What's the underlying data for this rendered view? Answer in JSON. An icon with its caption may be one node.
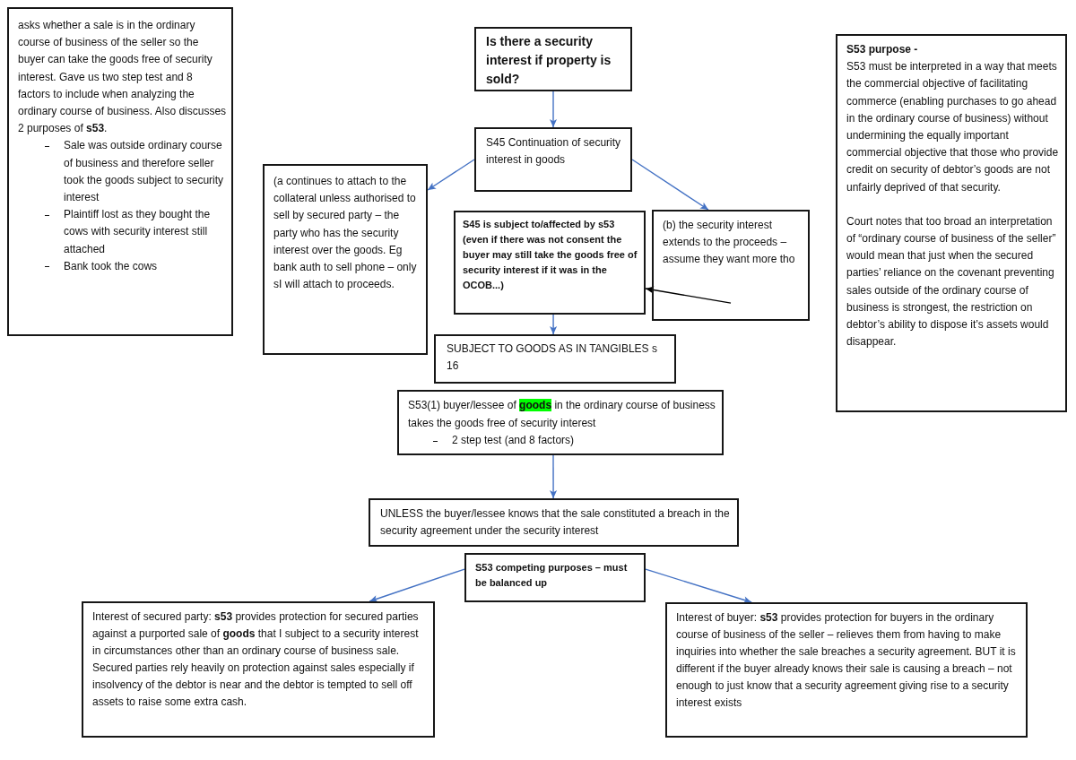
{
  "diagram": {
    "nodes": [
      {
        "text": [
          "asks whether a sale is in the ordinary course of business of the seller so the buyer can take the goods free of security interest. Gave us two step test and 8 factors to include when analyzing the ordinary course of business. Also discusses 2 purposes of **s53**.",
          "Sale was outside ordinary course of business and therefore seller took the goods subject to security interest",
          "Plaintiff lost as they bought the cows with security interest still attached",
          "Bank took the cows"
        ]
      },
      {
        "text": [
          "Is there a security interest if property is sold?"
        ]
      },
      {
        "text": [
          "S53 purpose -",
          "S53 must be interpreted in a way that meets the commercial objective of facilitating commerce (enabling purchases to go ahead in the ordinary course of business) without undermining the equally important commercial objective that those who provide credit on security of debtor’s goods are not unfairly deprived of that security.",
          "Court notes that too broad an interpretation of “ordinary course of business of the seller” would mean that just when the secured parties’ reliance on the covenant preventing sales outside of the ordinary course of business is strongest, the restriction on debtor’s ability to dispose it’s assets would disappear."
        ]
      },
      {
        "text": [
          "S45 Continuation of security interest in goods"
        ]
      },
      {
        "text": [
          "(a continues to attach to the collateral unless authorised to sell by secured party – the party who has the security interest over the goods. Eg bank auth to sell phone – only sI will attach to proceeds."
        ]
      },
      {
        "text": [
          "S45 is subject to/affected by s53 (even if there was not consent the buyer may still take the goods free of security interest if it was in the OCOB...)"
        ]
      },
      {
        "text": [
          "(b) the security interest extends to the proceeds – assume they want more tho"
        ]
      },
      {
        "text": [
          "SUBJECT TO GOODS AS IN TANGIBLES s 16"
        ]
      },
      {
        "text": [
          "S53(1) buyer/lessee of **goods** in the ordinary course of business takes the goods free of security interest",
          "2 step test (and 8 factors)"
        ]
      },
      {
        "text": [
          "UNLESS the buyer/lessee knows that the sale constituted a breach in the security agreement under the security interest"
        ]
      },
      {
        "text": [
          "S53 competing purposes – must be balanced up"
        ]
      },
      {
        "text": [
          "Interest of secured party: **s53** provides protection for secured parties against a purported sale of **goods** that I subject to a security interest in circumstances other than an ordinary course of business sale. Secured parties rely heavily on protection against sales especially if insolvency of the debtor is near and the debtor is tempted to sell off assets to raise some extra cash."
        ]
      },
      {
        "text": [
          "Interest of buyer: **s53** provides protection for buyers in the ordinary course of business of the seller – relieves them from having to make inquiries into whether the sale breaches a security agreement. BUT it is different if the buyer already knows their sale is causing a breach – not enough to just know that a security agreement giving rise to a security interest exists"
        ]
      }
    ],
    "edges": [
      {
        "from": 1,
        "to": 3,
        "arrow": "to"
      },
      {
        "from": 3,
        "to": 4,
        "arrow": "to"
      },
      {
        "from": 3,
        "to": 6,
        "arrow": "to"
      },
      {
        "from": 5,
        "to": 7,
        "arrow": "to"
      },
      {
        "from": 6,
        "to": 5,
        "arrow": "to",
        "color": "#000000"
      },
      {
        "from": 8,
        "to": 9,
        "arrow": "to"
      },
      {
        "from": 10,
        "to": 11,
        "arrow": "to"
      },
      {
        "from": 10,
        "to": 12,
        "arrow": "to"
      }
    ]
  }
}
